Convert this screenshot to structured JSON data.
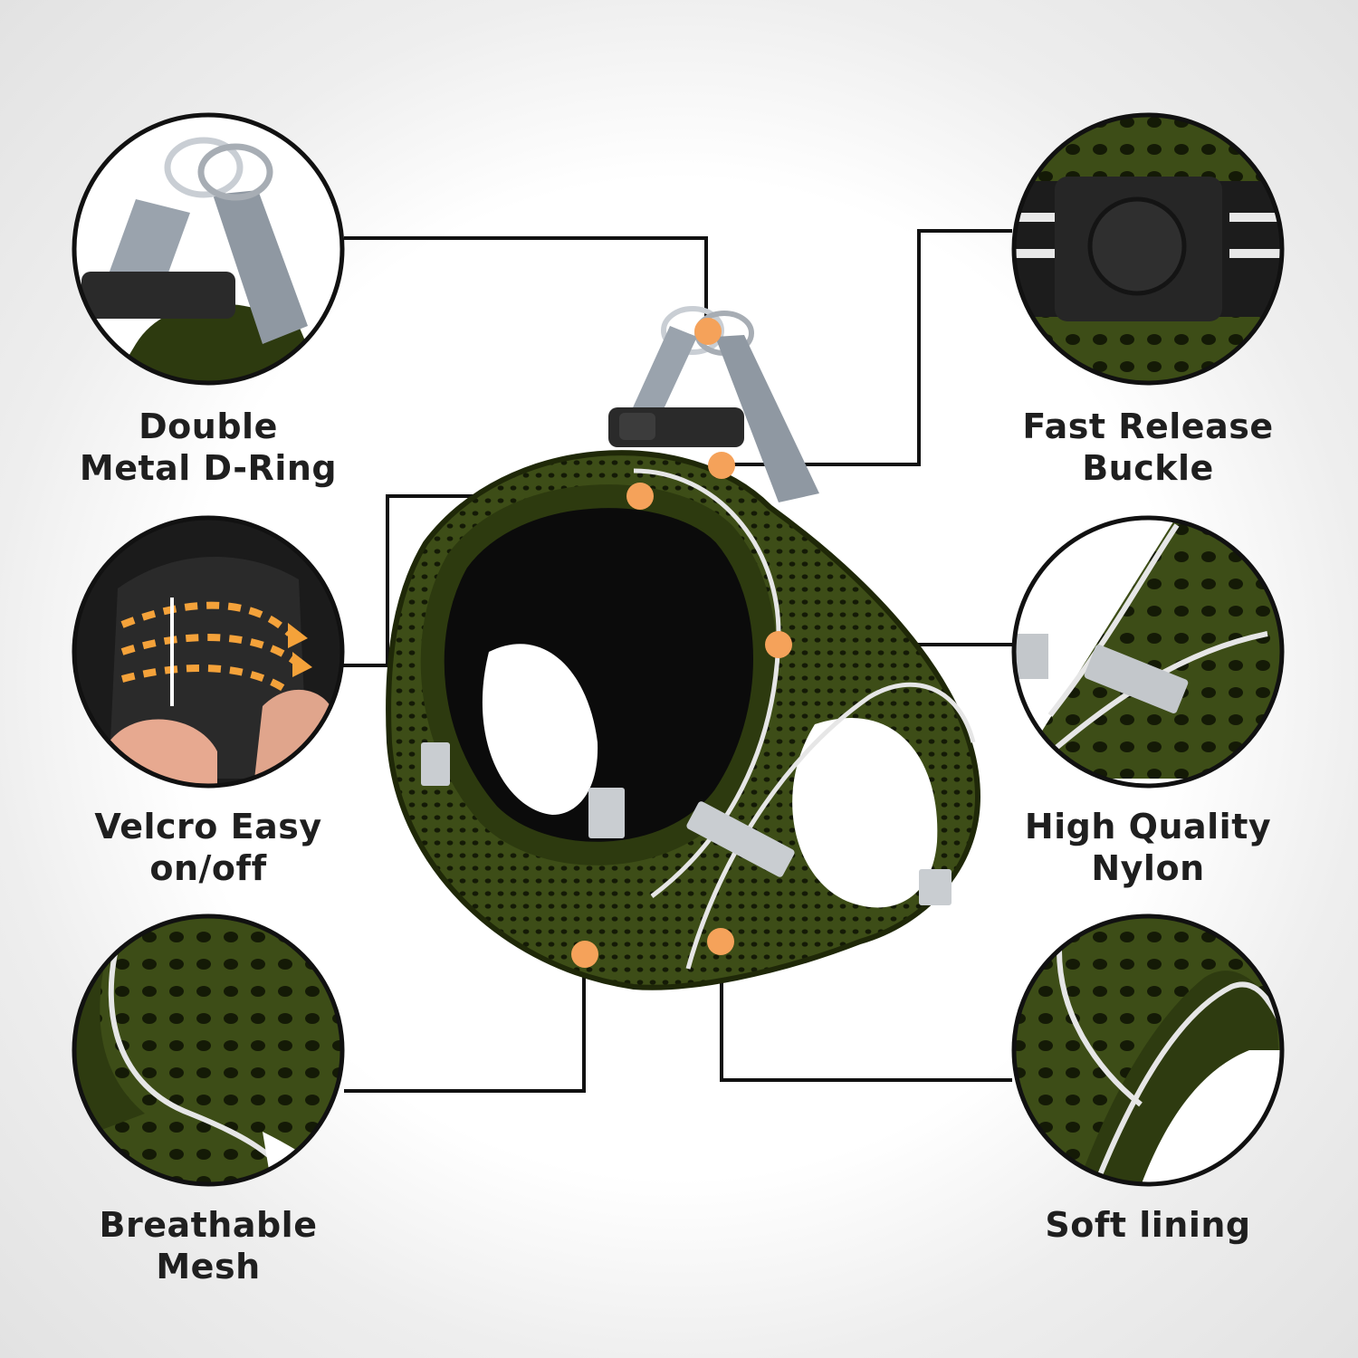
{
  "features": [
    {
      "id": "d-ring",
      "lines": [
        "Double",
        "Metal D-Ring"
      ],
      "icon": "d-ring-icon"
    },
    {
      "id": "buckle",
      "lines": [
        "Fast Release",
        "Buckle"
      ],
      "icon": "buckle-icon"
    },
    {
      "id": "velcro",
      "lines": [
        "Velcro Easy",
        "on/off"
      ],
      "icon": "velcro-icon"
    },
    {
      "id": "nylon",
      "lines": [
        "High Quality",
        "Nylon"
      ],
      "icon": "nylon-icon"
    },
    {
      "id": "mesh",
      "lines": [
        "Breathable",
        "Mesh"
      ],
      "icon": "mesh-icon"
    },
    {
      "id": "lining",
      "lines": [
        "Soft lining"
      ],
      "icon": "lining-icon"
    }
  ],
  "colors": {
    "harness_green": "#3a4a16",
    "harness_dark": "#232d0c",
    "strap_gray": "#9aa3ad",
    "reflective_white": "#e6e6e6",
    "marker_orange": "#f5a25a",
    "line_black": "#111111",
    "text": "#1f1f1f"
  }
}
